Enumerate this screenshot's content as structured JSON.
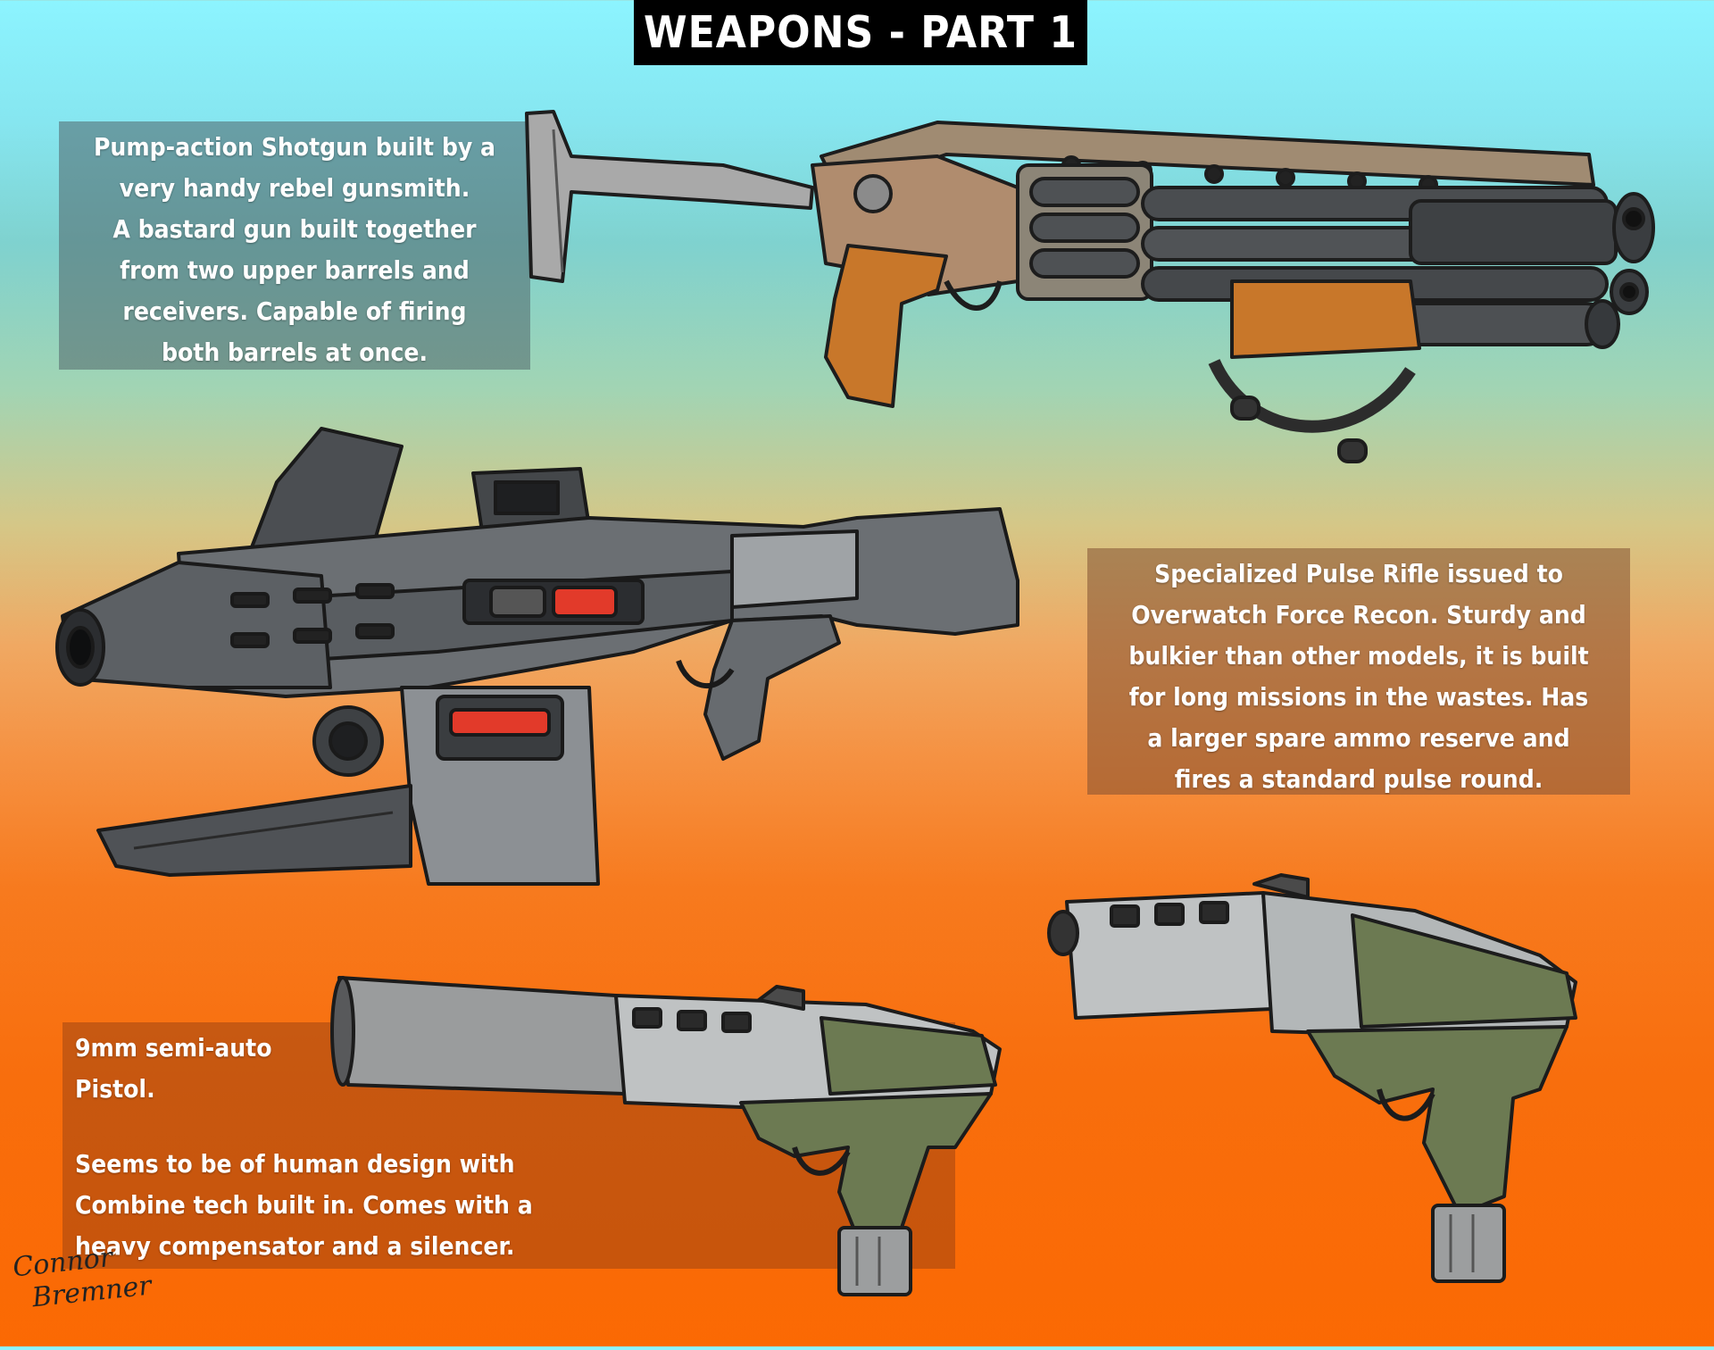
{
  "title": "WEAPONS - PART 1",
  "captions": {
    "shotgun": [
      "Pump-action Shotgun built by a",
      "very handy rebel gunsmith.",
      "A bastard gun built together",
      "from two upper barrels and",
      "receivers. Capable of firing",
      "both barrels at once."
    ],
    "rifle": [
      "Specialized Pulse Rifle issued to",
      "Overwatch Force Recon. Sturdy and",
      "bulkier than other models, it is built",
      "for long missions in the wastes. Has",
      "a larger spare ammo reserve and",
      "fires a standard pulse round."
    ],
    "pistol_title": [
      "9mm semi-auto",
      "Pistol."
    ],
    "pistol_body": [
      "Seems to be of human design with",
      "Combine tech built in. Comes with a",
      "heavy compensator and a silencer."
    ]
  },
  "signature": [
    "Connor",
    "Bremner"
  ],
  "colors": {
    "wood": "#c8772a",
    "metal_light": "#b9bcbc",
    "metal_dark": "#3b3d40",
    "pistol_green": "#6c7a52",
    "pulse_red": "#e23a2a"
  },
  "illustrations": [
    "shotgun-illustration",
    "pulse-rifle-illustration",
    "silenced-pistol-illustration",
    "compensated-pistol-illustration"
  ]
}
